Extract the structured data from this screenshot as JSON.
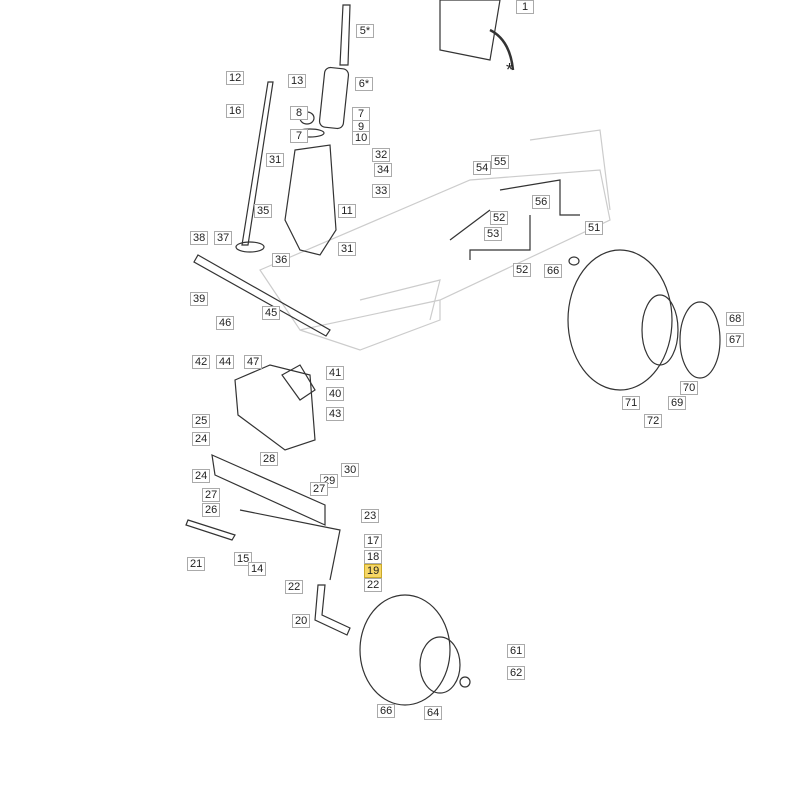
{
  "title": "Steering and front axle exploded parts diagram",
  "highlight_color": "#f7d766",
  "labels": [
    "1",
    "5*",
    "6*",
    "12",
    "13",
    "16",
    "8",
    "7",
    "9",
    "7",
    "10",
    "31",
    "32",
    "34",
    "33",
    "35",
    "11",
    "36",
    "31",
    "38",
    "37",
    "39",
    "54",
    "55",
    "56",
    "51",
    "52",
    "53",
    "52",
    "66",
    "68",
    "67",
    "70",
    "71",
    "69",
    "72",
    "45",
    "46",
    "42",
    "44",
    "47",
    "41",
    "40",
    "43",
    "25",
    "24",
    "28",
    "30",
    "29",
    "27",
    "24",
    "27",
    "26",
    "23",
    "21",
    "15",
    "14",
    "17",
    "18",
    "19",
    "22",
    "22",
    "20",
    "61",
    "62",
    "66",
    "64"
  ],
  "highlighted_label": "19",
  "asterisk": "*"
}
